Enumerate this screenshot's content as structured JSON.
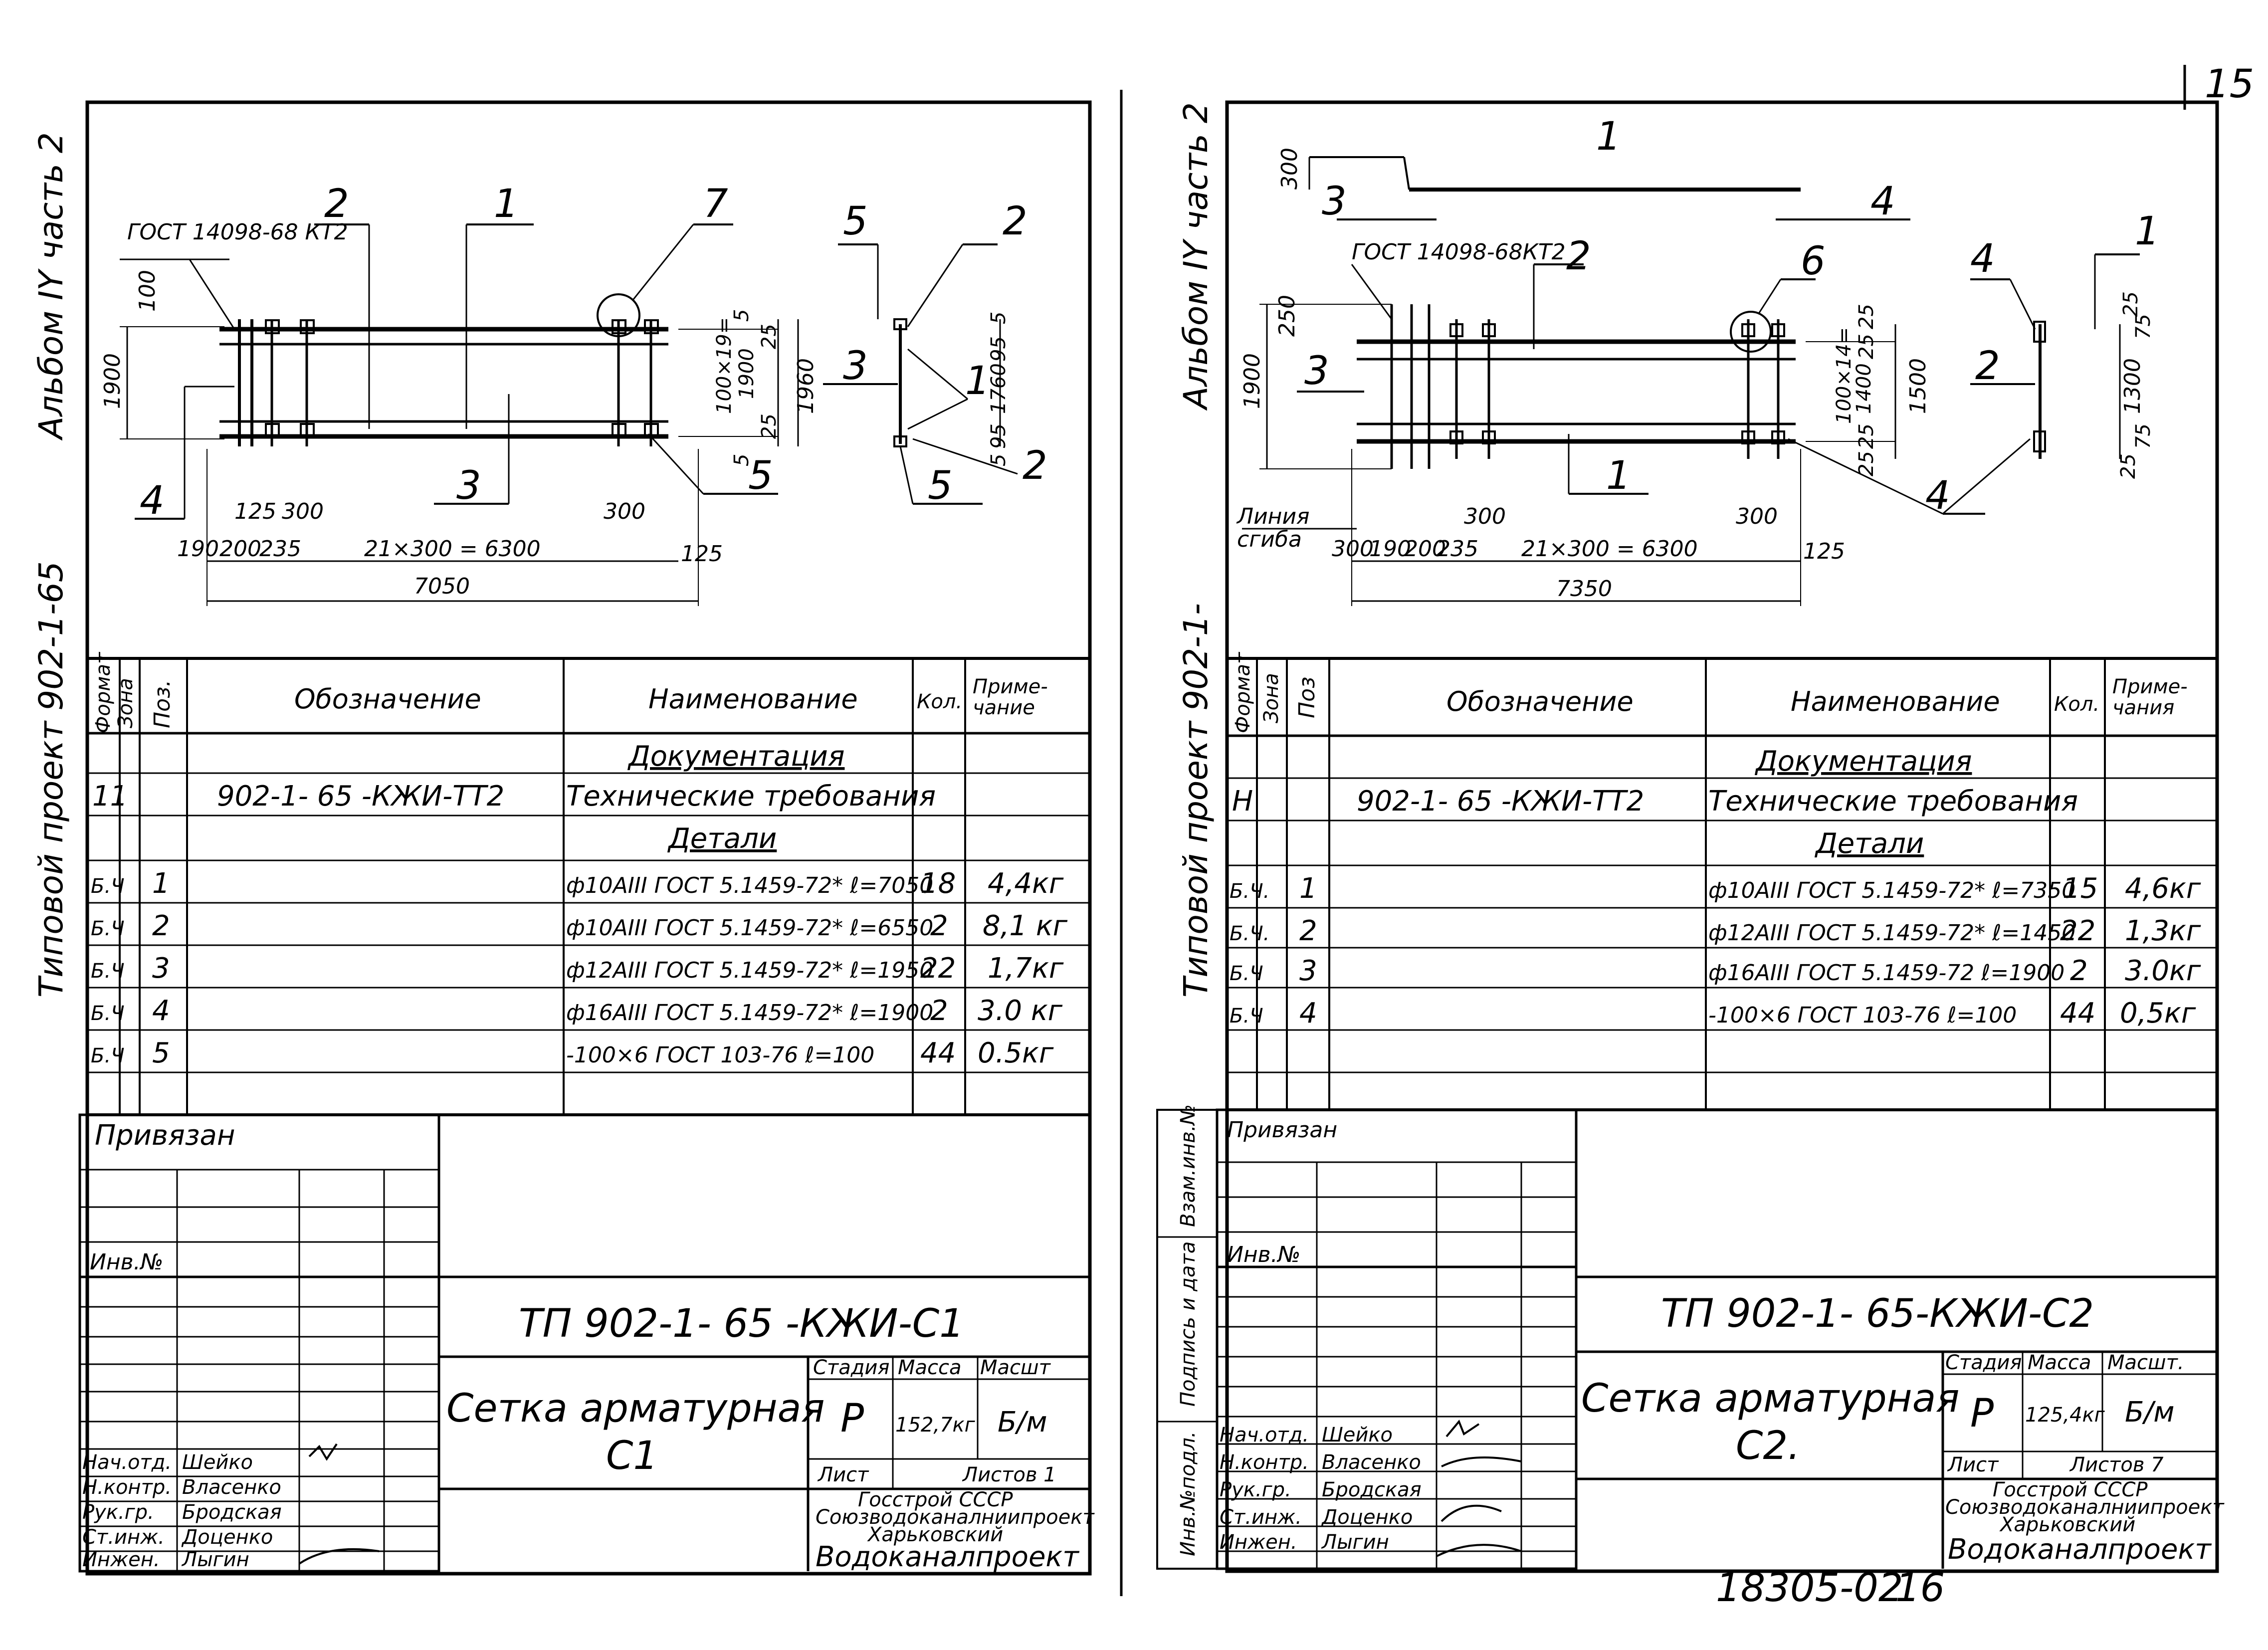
{
  "page_number": "15",
  "bottom_code": "18305-02",
  "bottom_num": "16",
  "sheets": [
    {
      "side_album": "Альбом IY часть 2",
      "side_project": "Типовой проект 902-1-65",
      "gost_label": "ГОСТ 14098-68 КТ2",
      "callouts": [
        "2",
        "1",
        "7",
        "5",
        "2",
        "3",
        "1",
        "4",
        "3",
        "5",
        "5",
        "2"
      ],
      "dims": {
        "d100": "100",
        "d1900": "1900",
        "d5a": "5",
        "d25a": "25",
        "d100x19": "100×19=",
        "d1900b": "1900",
        "d1960": "1960",
        "d25b": "25",
        "d5b": "5",
        "d5c": "5",
        "d95a": "95",
        "d1760": "1760",
        "d95b": "95",
        "d5d": "5",
        "d125": "125",
        "d300a": "300",
        "d300b": "300",
        "d190": "190",
        "d200": "200",
        "d235": "235",
        "d6300": "21×300 = 6300",
        "d125b": "125",
        "d7050": "7050"
      },
      "headers": {
        "format": "Формат",
        "zone": "Зона",
        "pos": "Поз.",
        "designation": "Обозначение",
        "name": "Наименование",
        "qty": "Кол.",
        "note": "Приме-\nчание"
      },
      "section_doc": "Документация",
      "doc_row": {
        "format": "11",
        "designation": "902-1- 65  -КЖИ-ТТ2",
        "name": "Технические требования"
      },
      "section_parts": "Детали",
      "rows": [
        {
          "format": "Б.Ч",
          "pos": "1",
          "name": "ф10АIII ГОСТ 5.1459-72* ℓ=7050",
          "qty": "18",
          "note": "4,4кг"
        },
        {
          "format": "Б.Ч",
          "pos": "2",
          "name": "ф10АIII ГОСТ 5.1459-72* ℓ=6550",
          "qty": "2",
          "note": "8,1 кг"
        },
        {
          "format": "Б.Ч",
          "pos": "3",
          "name": "ф12АIII ГОСТ 5.1459-72* ℓ=1950",
          "qty": "22",
          "note": "1,7кг"
        },
        {
          "format": "Б.Ч",
          "pos": "4",
          "name": "ф16АIII ГОСТ 5.1459-72* ℓ=1900",
          "qty": "2",
          "note": "3.0 кг"
        },
        {
          "format": "Б.Ч",
          "pos": "5",
          "name": "-100×6 ГОСТ 103-76  ℓ=100",
          "qty": "44",
          "note": "0.5кг"
        }
      ],
      "privyazan": "Привязан",
      "inv": "Инв.№",
      "code": "ТП 902-1- 65 -КЖИ-С1",
      "title_line1": "Сетка арматурная",
      "title_line2": "С1",
      "stage_h": "Стадия",
      "mass_h": "Масса",
      "scale_h": "Масшт",
      "stage": "Р",
      "mass": "152,7кг",
      "scale": "Б/м",
      "sheet_label": "Лист",
      "sheets_label": "Листов 1",
      "org1": "Госстрой СССР",
      "org2": "Союзводоканалниипроект",
      "org3": "Харьковский",
      "org4": "Водоканалпроект",
      "signers": [
        [
          "Нач.отд.",
          "Шейко"
        ],
        [
          "Н.контр.",
          "Власенко"
        ],
        [
          "Рук.гр.",
          "Бродская"
        ],
        [
          "Ст.инж.",
          "Доценко"
        ],
        [
          "Инжен.",
          "Лыгин"
        ]
      ]
    },
    {
      "side_album": "Альбом IY часть 2",
      "side_project": "Типовой проект 902-1-",
      "gost_label": "ГОСТ 14098-68КТ2",
      "callouts": [
        "1",
        "3",
        "4",
        "2",
        "6",
        "4",
        "1",
        "3",
        "2",
        "1",
        "4"
      ],
      "dims": {
        "d300top": "300",
        "d250": "250",
        "d1900": "1900",
        "d25a": "25",
        "d100x14": "100×14=",
        "d1400": "1400",
        "d25b": "25",
        "d1500": "1500",
        "d25c": "25",
        "d25d": "25",
        "d25e": "25",
        "d75a": "75",
        "d1300": "1300",
        "d75b": "75",
        "d25f": "25",
        "d300a": "300",
        "d300b": "300",
        "d300c": "300",
        "d190": "190",
        "d200": "200",
        "d235": "235",
        "d6300": "21×300 = 6300",
        "d125": "125",
        "d7350": "7350"
      },
      "line_label": "Линия\nсгиба",
      "headers": {
        "format": "Формат",
        "zone": "Зона",
        "pos": "Поз",
        "designation": "Обозначение",
        "name": "Наименование",
        "qty": "Кол.",
        "note": "Приме-\nчания"
      },
      "section_doc": "Документация",
      "doc_row": {
        "format": "Н",
        "designation": "902-1- 65 -КЖИ-ТТ2",
        "name": "Технические требования"
      },
      "section_parts": "Детали",
      "rows": [
        {
          "format": "Б.Ч.",
          "pos": "1",
          "name": "ф10АIII ГОСТ 5.1459-72* ℓ=7350",
          "qty": "15",
          "note": "4,6кг"
        },
        {
          "format": "Б.Ч.",
          "pos": "2",
          "name": "ф12АIII ГОСТ 5.1459-72* ℓ=1450",
          "qty": "22",
          "note": "1,3кг"
        },
        {
          "format": "Б.Ч",
          "pos": "3",
          "name": "ф16АIII ГОСТ 5.1459-72 ℓ=1900",
          "qty": "2",
          "note": "3.0кг"
        },
        {
          "format": "Б.Ч",
          "pos": "4",
          "name": "-100×6 ГОСТ 103-76  ℓ=100",
          "qty": "44",
          "note": "0,5кг"
        }
      ],
      "privyazan": "Привязан",
      "inv": "Инв.№",
      "side_stamps": [
        "Взам.инв.№",
        "Подпись и дата",
        "Инв.№подл."
      ],
      "code": "ТП 902-1- 65-КЖИ-С2",
      "title_line1": "Сетка арматурная",
      "title_line2": "С2.",
      "stage_h": "Стадия",
      "mass_h": "Масса",
      "scale_h": "Масшт.",
      "stage": "Р",
      "mass": "125,4кг",
      "scale": "Б/м",
      "sheet_label": "Лист",
      "sheets_label": "Листов 7",
      "org1": "Госстрой СССР",
      "org2": "Союзводоканалниипроект",
      "org3": "Харьковский",
      "org4": "Водоканалпроект",
      "signers": [
        [
          "Нач.отд.",
          "Шейко"
        ],
        [
          "Н.контр.",
          "Власенко"
        ],
        [
          "Рук.гр.",
          "Бродская"
        ],
        [
          "Ст.инж.",
          "Доценко"
        ],
        [
          "Инжен.",
          "Лыгин"
        ]
      ]
    }
  ]
}
